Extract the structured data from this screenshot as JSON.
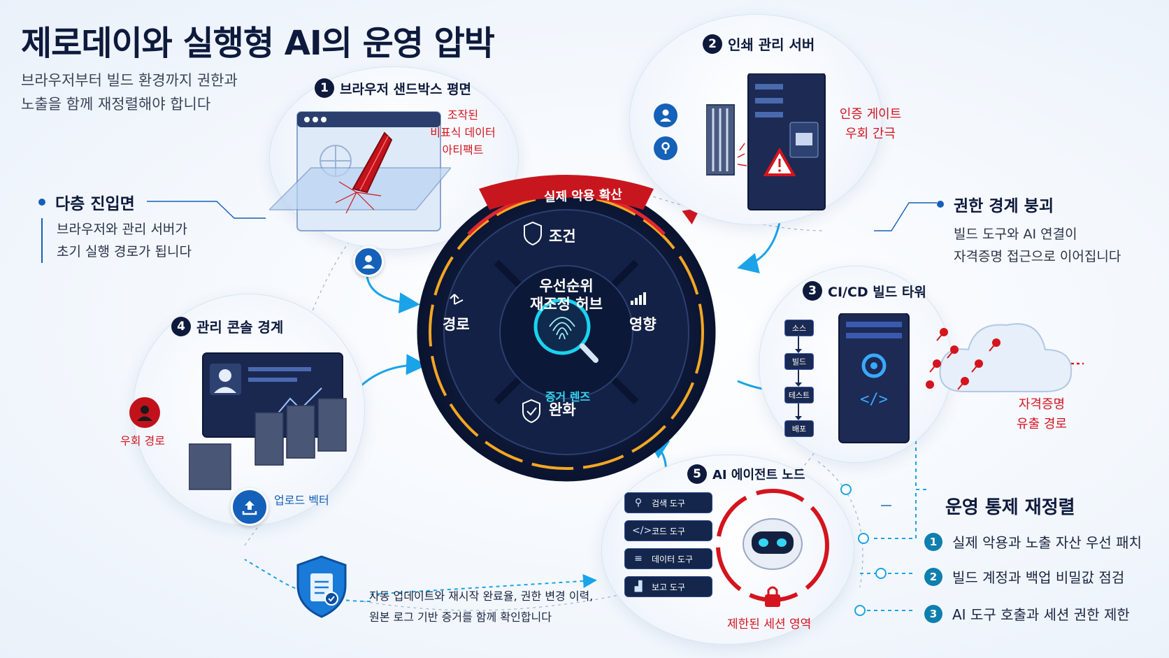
{
  "header": {
    "title": "제로데이와 실행형 AI의 운영 압박",
    "subtitle_line1": "브라우저부터 빌드 환경까지 권한과",
    "subtitle_line2": "노출을 함께 재정렬해야 합니다"
  },
  "sections": {
    "browser": {
      "num": "1",
      "title": "브라우저 샌드박스 평면",
      "label_line1": "조작된",
      "label_line2": "비표식 데이터",
      "label_line3": "아티팩트"
    },
    "print": {
      "num": "2",
      "title": "인쇄 관리 서버",
      "label_line1": "인증 게이트",
      "label_line2": "우회 간극"
    },
    "cicd": {
      "num": "3",
      "title": "CI/CD 빌드 타워",
      "pipeline": [
        "소스",
        "빌드",
        "테스트",
        "배포"
      ],
      "label_line1": "자격증명",
      "label_line2": "유출 경로"
    },
    "console": {
      "num": "4",
      "title": "관리 콘솔 경계",
      "bypass_label": "우회 경로",
      "upload_label": "업로드 벡터"
    },
    "agent": {
      "num": "5",
      "title": "AI 에이전트 노드",
      "tools": [
        "검색 도구",
        "코드 도구",
        "데이터 도구",
        "보고 도구"
      ],
      "session_label": "제한된 세션 영역"
    }
  },
  "callouts": {
    "multi_entry": {
      "title": "다층 진입면",
      "line1": "브라우저와 관리 서버가",
      "line2": "초기 실행 경로가 됩니다"
    },
    "privilege": {
      "title": "권한 경계 붕괴",
      "line1": "빌드 도구와 AI 연결이",
      "line2": "자격증명 접근으로 이어집니다"
    },
    "evidence": {
      "line1": "자동 업데이트와 재시작 완료율, 권한 변경 이력,",
      "line2": "원본 로그 기반 증거를 함께 확인합니다"
    }
  },
  "hub": {
    "top_banner": "실제 악용 확산",
    "top": "조건",
    "right": "영향",
    "bottom": "완화",
    "left": "경로",
    "center_line1": "우선순위",
    "center_line2": "재조정 허브",
    "lens": "증거 렌즈"
  },
  "realign": {
    "title": "운영 통제 재정렬",
    "steps": [
      {
        "num": "1",
        "text": "실제 악용과 노출 자산 우선 패치"
      },
      {
        "num": "2",
        "text": "빌드 계정과 백업 비밀값 점검"
      },
      {
        "num": "3",
        "text": "AI 도구 호출과 세션 권한 제한"
      }
    ]
  },
  "colors": {
    "navy": "#0e1a3c",
    "alert_red": "#d4141e",
    "accent_blue": "#1aa3e8",
    "ring_orange": "#f5a623"
  }
}
